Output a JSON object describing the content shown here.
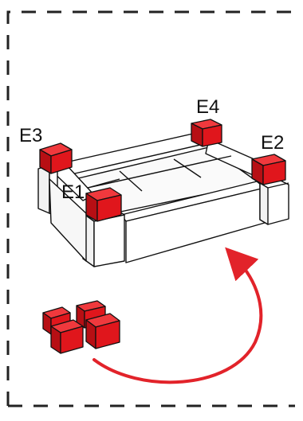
{
  "labels": {
    "e1": "E1",
    "e2": "E2",
    "e3": "E3",
    "e4": "E4"
  },
  "colors": {
    "block_red": "#e0161c",
    "block_red_dark": "#b70f14",
    "block_red_top": "#f0393d",
    "arrow": "#e2232a",
    "outline": "#111111",
    "frame_dash": "#222222",
    "panel": "#ffffff",
    "panel_side": "#f2f2f2"
  },
  "blocks": {
    "placed_count": 4,
    "loose_count": 4
  }
}
